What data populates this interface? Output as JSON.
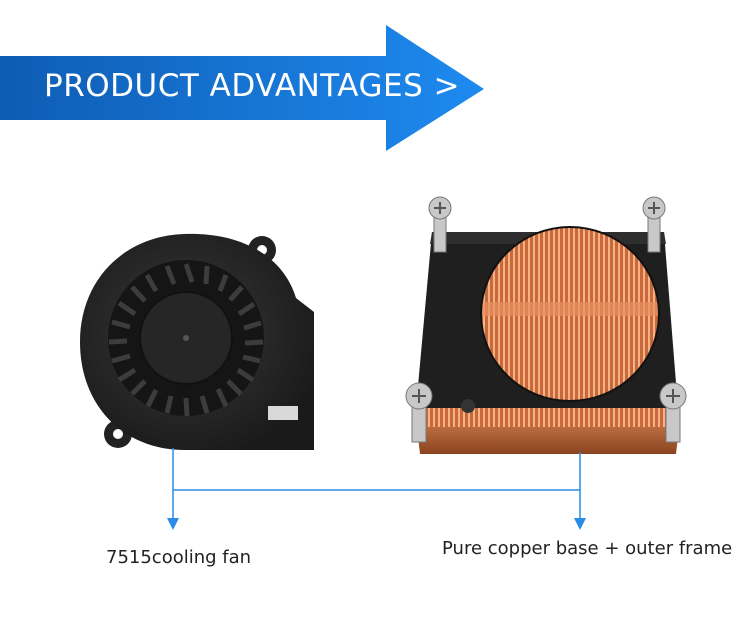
{
  "banner": {
    "title": "PRODUCT ADVANTAGES >",
    "color_start": "#0e5cb3",
    "color_end": "#1e8af0"
  },
  "products": [
    {
      "label": "7515cooling fan",
      "icon": "blower-fan-icon"
    },
    {
      "label": "Pure copper base + outer frame",
      "icon": "copper-heatsink-icon"
    }
  ],
  "connector_color": "#2b8ce6"
}
